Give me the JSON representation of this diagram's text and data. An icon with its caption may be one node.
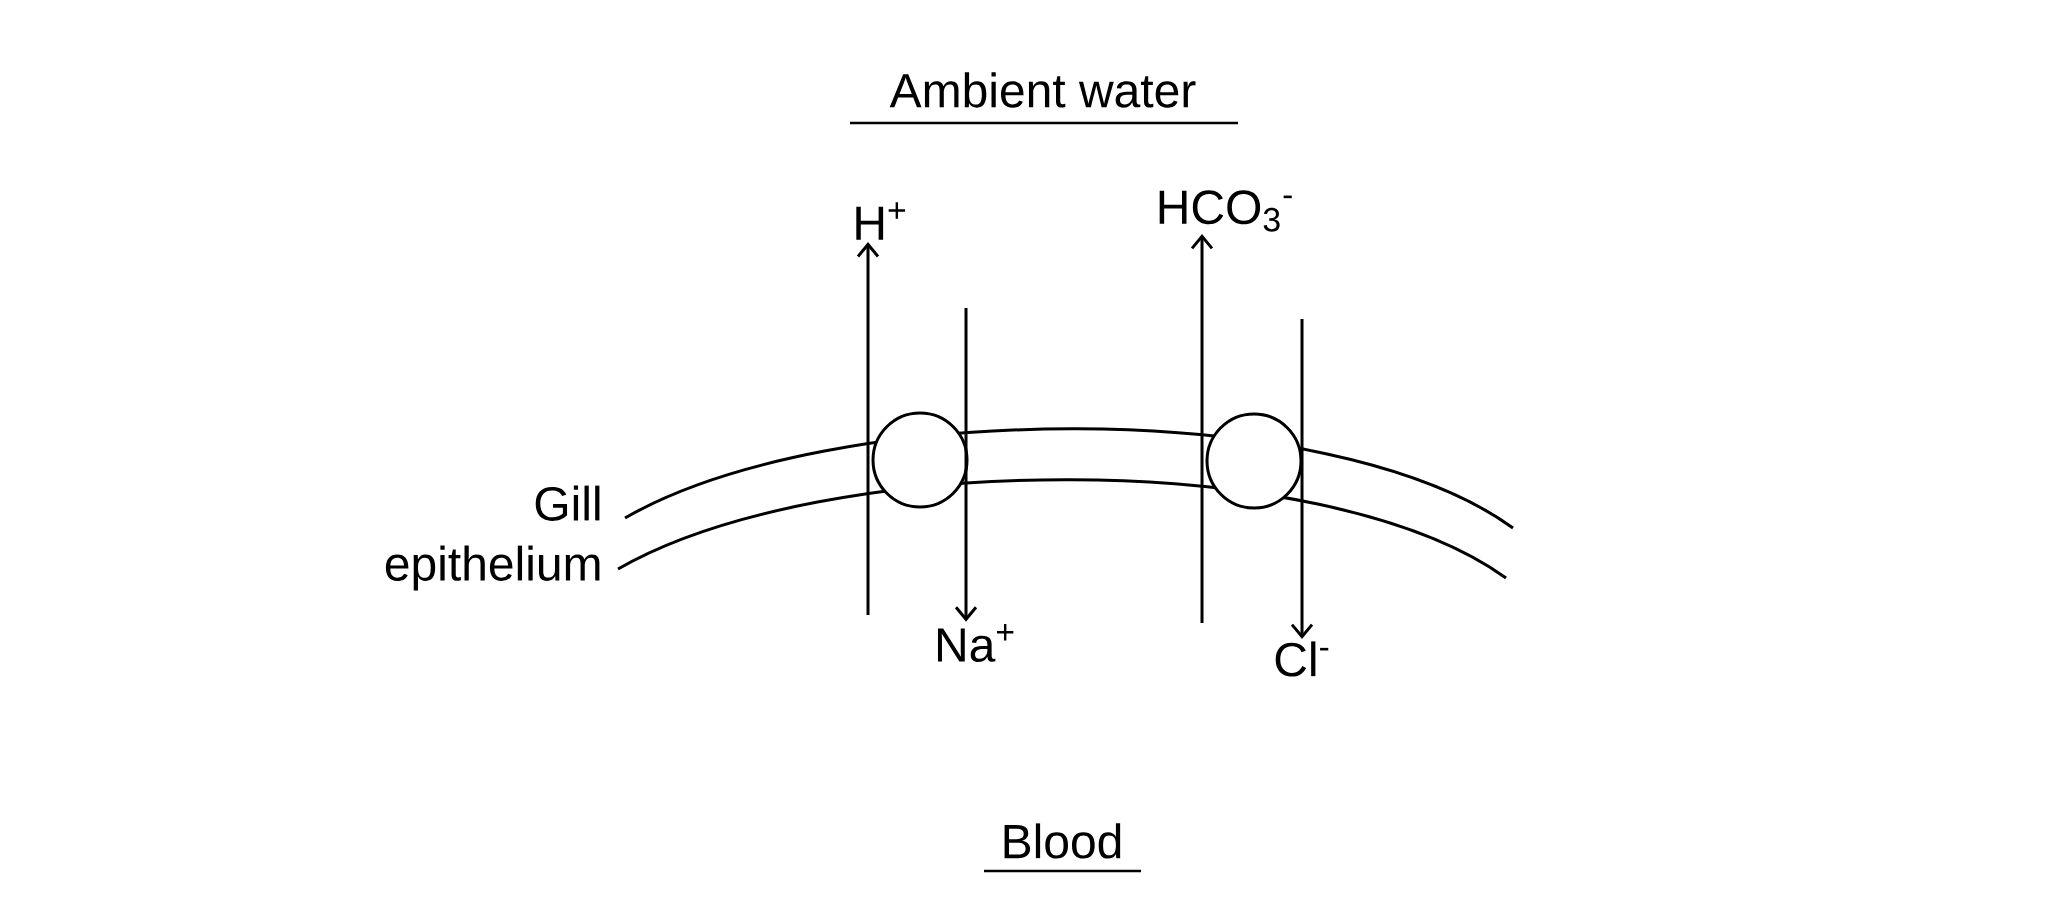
{
  "diagram": {
    "nodes": [
      {
        "text": [
          "H$^{+}$"
        ]
      },
      {
        "text": [
          "HCO$_{3}$$^{-}$"
        ]
      },
      {
        "text": [],
        "shape": "circle"
      },
      {
        "text": [],
        "shape": "circle"
      },
      {
        "text": [
          "Na$^{+}$"
        ]
      },
      {
        "text": [
          "Cl$^{-}$"
        ]
      }
    ],
    "edges": [
      {
        "from": null,
        "to": 0,
        "arrow": "to"
      },
      {
        "from": null,
        "to": 4,
        "arrow": "to"
      },
      {
        "from": null,
        "to": 1,
        "arrow": "to"
      },
      {
        "from": null,
        "to": 5,
        "arrow": "to"
      }
    ],
    "labels": [
      "Ambient water",
      "Gill epithelium",
      "Blood"
    ]
  }
}
